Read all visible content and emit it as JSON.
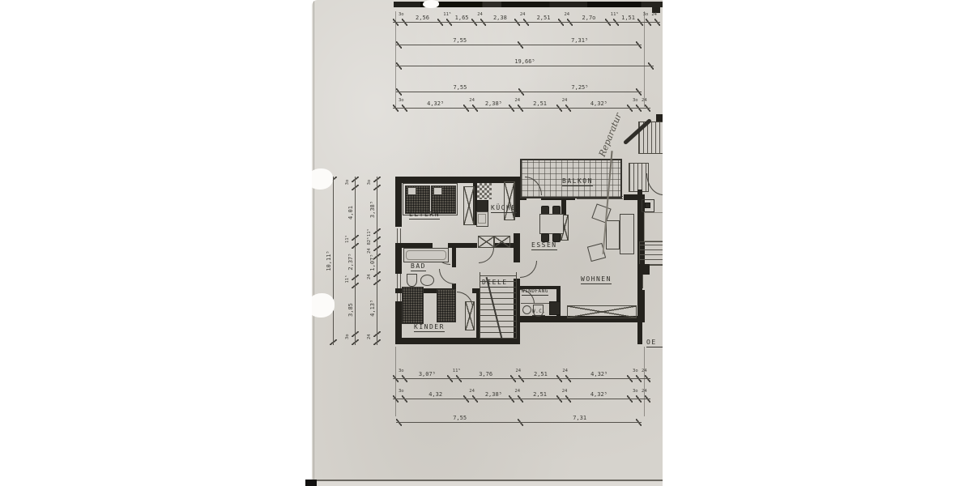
{
  "scan": {
    "corner_label": "OE",
    "handwritten_note": "Reparatur"
  },
  "rooms": {
    "eltern": "ELTERN",
    "kueche": "KÜCHE",
    "bad": "BAD",
    "diele": "DIELE",
    "kinder": "KINDER",
    "essen": "ESSEN",
    "wohnen": "WOHNEN",
    "windfang": "WINDFANG",
    "wc": "W.C.",
    "balkon": "BALKON"
  },
  "dimensions": {
    "chains": [
      {
        "id": "t1",
        "items": [
          {
            "v": "3o",
            "s": 1
          },
          {
            "v": "2,56"
          },
          {
            "v": "11⁵",
            "s": 1
          },
          {
            "v": "1,65"
          },
          {
            "v": "24",
            "s": 1
          },
          {
            "v": "2,38"
          },
          {
            "v": "24",
            "s": 1
          },
          {
            "v": "2,51"
          },
          {
            "v": "24",
            "s": 1
          },
          {
            "v": "2,7o"
          },
          {
            "v": "11⁵",
            "s": 1
          },
          {
            "v": "1,51"
          },
          {
            "v": "3o",
            "s": 1
          },
          {
            "v": "24",
            "s": 1
          }
        ]
      },
      {
        "id": "t2",
        "items": [
          {
            "v": "7,55"
          },
          {
            "v": "7,31⁵"
          }
        ]
      },
      {
        "id": "t3",
        "items": [
          {
            "v": "19,66⁵"
          }
        ]
      },
      {
        "id": "t4",
        "items": [
          {
            "v": "7,55"
          },
          {
            "v": "7,25⁵"
          }
        ]
      },
      {
        "id": "t5",
        "items": [
          {
            "v": "3o",
            "s": 1
          },
          {
            "v": "4,32⁵"
          },
          {
            "v": "24",
            "s": 1
          },
          {
            "v": "2,38⁵"
          },
          {
            "v": "24",
            "s": 1
          },
          {
            "v": "2,51"
          },
          {
            "v": "24",
            "s": 1
          },
          {
            "v": "4,32⁵"
          },
          {
            "v": "3o",
            "s": 1
          },
          {
            "v": "24",
            "s": 1
          }
        ]
      },
      {
        "id": "b1",
        "items": [
          {
            "v": "3o",
            "s": 1
          },
          {
            "v": "3,07⁵"
          },
          {
            "v": "11⁵",
            "s": 1
          },
          {
            "v": "3,76"
          },
          {
            "v": "24",
            "s": 1
          },
          {
            "v": "2,51"
          },
          {
            "v": "24",
            "s": 1
          },
          {
            "v": "4,32⁵"
          },
          {
            "v": "3o",
            "s": 1
          },
          {
            "v": "24",
            "s": 1
          }
        ]
      },
      {
        "id": "b2",
        "items": [
          {
            "v": "3o",
            "s": 1
          },
          {
            "v": "4,32"
          },
          {
            "v": "24",
            "s": 1
          },
          {
            "v": "2,38⁵"
          },
          {
            "v": "24",
            "s": 1
          },
          {
            "v": "2,51"
          },
          {
            "v": "24",
            "s": 1
          },
          {
            "v": "4,32⁵"
          },
          {
            "v": "3o",
            "s": 1
          },
          {
            "v": "24",
            "s": 1
          }
        ]
      },
      {
        "id": "b3",
        "items": [
          {
            "v": "7,55"
          },
          {
            "v": "7,31"
          }
        ]
      },
      {
        "id": "l1",
        "items": [
          {
            "v": "10,11⁵"
          }
        ]
      },
      {
        "id": "l2",
        "items": [
          {
            "v": "3o",
            "s": 1
          },
          {
            "v": "3,85"
          },
          {
            "v": "11⁵",
            "s": 1
          },
          {
            "v": "2,37⁵"
          },
          {
            "v": "11⁵",
            "s": 1
          },
          {
            "v": "4,01"
          },
          {
            "v": "3o",
            "s": 1
          }
        ]
      },
      {
        "id": "l3",
        "items": [
          {
            "v": "24",
            "s": 1
          },
          {
            "v": "4,13⁵"
          },
          {
            "v": "24",
            "s": 1
          },
          {
            "v": "1,07⁵"
          },
          {
            "v": "24",
            "s": 1
          },
          {
            "v": "82⁵",
            "s": 1
          },
          {
            "v": "11⁵",
            "s": 1
          },
          {
            "v": "3,38⁵"
          },
          {
            "v": "3o",
            "s": 1
          }
        ]
      }
    ]
  }
}
